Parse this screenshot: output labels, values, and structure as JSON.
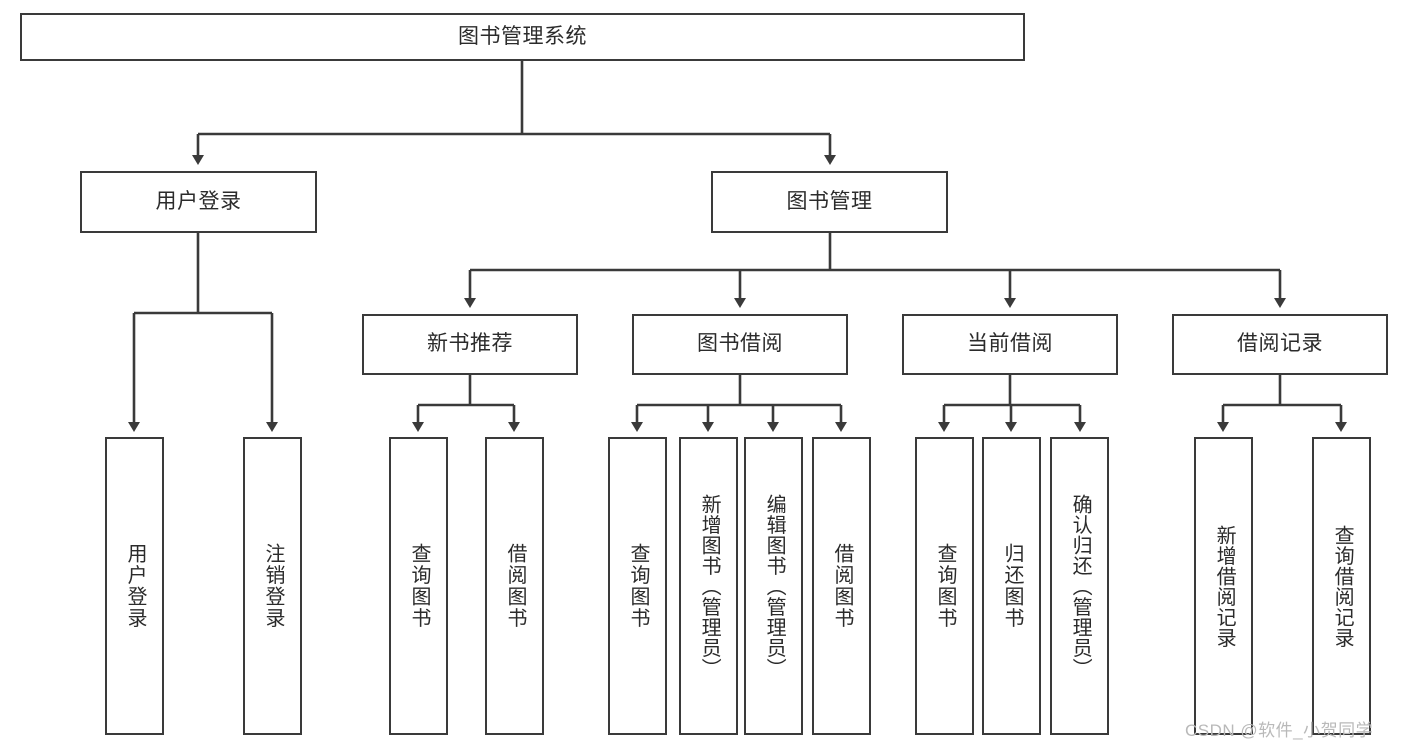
{
  "diagram": {
    "type": "tree",
    "title": "图书管理系统",
    "orientation": "top-down",
    "colors": {
      "box_border": "#3a3a3a",
      "box_fill": "#ffffff",
      "connector": "#3a3a3a",
      "text": "#2b2b2b",
      "watermark": "#b9b9b9"
    },
    "root": {
      "label": "图书管理系统"
    },
    "level2": [
      {
        "label": "用户登录"
      },
      {
        "label": "图书管理"
      }
    ],
    "level3": [
      {
        "label": "新书推荐"
      },
      {
        "label": "图书借阅"
      },
      {
        "label": "当前借阅"
      },
      {
        "label": "借阅记录"
      }
    ],
    "leaves": {
      "user_login": [
        {
          "label": "用户登录"
        },
        {
          "label": "注销登录"
        }
      ],
      "new_book_recommend": [
        {
          "label": "查询图书"
        },
        {
          "label": "借阅图书"
        }
      ],
      "book_borrow": [
        {
          "label": "查询图书"
        },
        {
          "label": "新增图书（管理员）"
        },
        {
          "label": "编辑图书（管理员）"
        },
        {
          "label": "借阅图书"
        }
      ],
      "current_borrow": [
        {
          "label": "查询图书"
        },
        {
          "label": "归还图书"
        },
        {
          "label": "确认归还（管理员）"
        }
      ],
      "borrow_record": [
        {
          "label": "新增借阅记录"
        },
        {
          "label": "查询借阅记录"
        }
      ]
    }
  },
  "watermark": {
    "text": "CSDN @软件_小贺同学"
  }
}
